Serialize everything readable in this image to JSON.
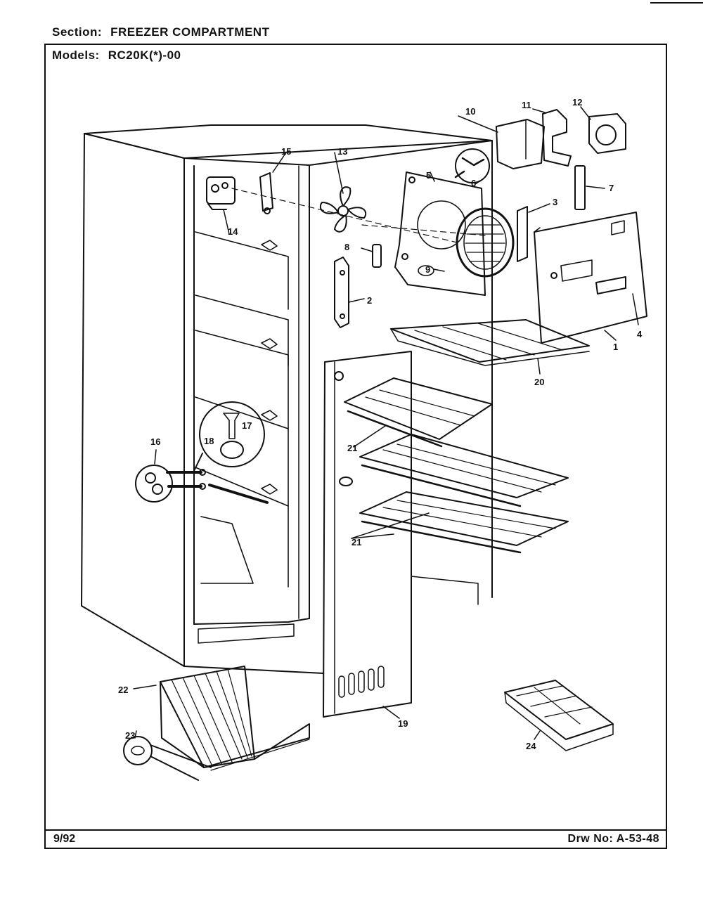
{
  "header": {
    "section_label": "Section:",
    "section_value": "FREEZER COMPARTMENT",
    "models_label": "Models:",
    "models_value": "RC20K(*)-00"
  },
  "footer": {
    "date": "9/92",
    "drawing_no": "Drw No: A-53-48"
  },
  "callouts": {
    "c1": "1",
    "c2": "2",
    "c3": "3",
    "c4": "4",
    "c5": "5",
    "c6": "6",
    "c7": "7",
    "c8": "8",
    "c9": "9",
    "c10": "10",
    "c11": "11",
    "c12": "12",
    "c13": "13",
    "c14": "14",
    "c15": "15",
    "c16": "16",
    "c17": "17",
    "c18": "18",
    "c19": "19",
    "c20": "20",
    "c21a": "21",
    "c21b": "21",
    "c22": "22",
    "c23": "23",
    "c24": "24"
  }
}
